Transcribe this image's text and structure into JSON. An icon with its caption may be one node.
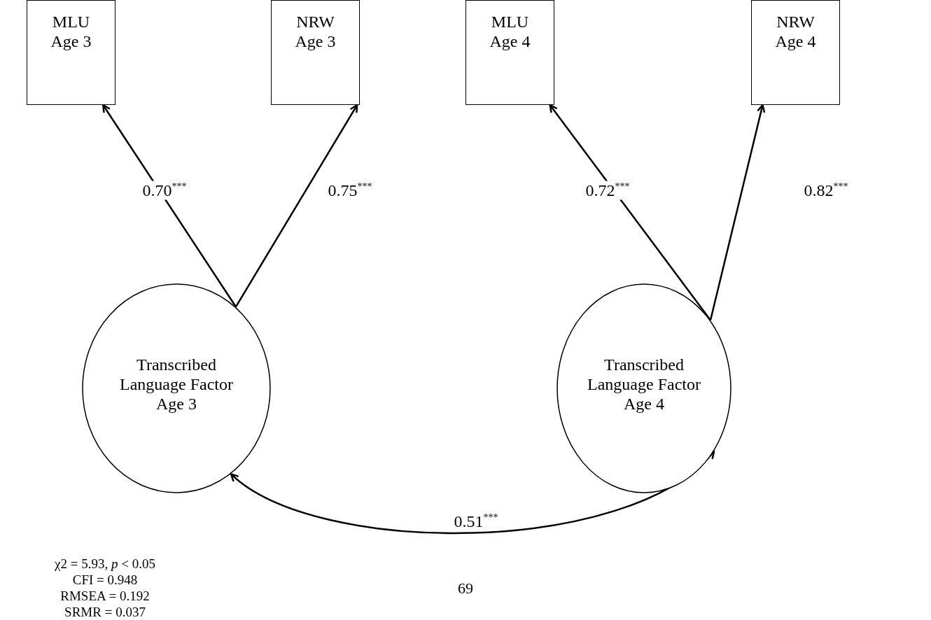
{
  "diagram": {
    "nodes": [
      {
        "text": [
          "MLU Age 3"
        ]
      },
      {
        "text": [
          "NRW Age 3"
        ]
      },
      {
        "text": [
          "MLU Age 4"
        ]
      },
      {
        "text": [
          "NRW Age 4"
        ]
      },
      {
        "text": [
          "Transcribed Language Factor Age 3"
        ]
      },
      {
        "text": [
          "Transcribed Language Factor Age 4"
        ]
      }
    ],
    "edges": [
      {
        "from": 4,
        "to": 0,
        "arrow": "to",
        "label": "0.70$^{***}$"
      },
      {
        "from": 4,
        "to": 1,
        "arrow": "to",
        "label": "0.75$^{***}$"
      },
      {
        "from": 5,
        "to": 2,
        "arrow": "to",
        "label": "0.72$^{***}$"
      },
      {
        "from": 5,
        "to": 3,
        "arrow": "to",
        "label": "0.82$^{***}$"
      },
      {
        "from": 4,
        "to": 5,
        "arrow": "both",
        "label": "0.51$^{***}$"
      }
    ],
    "labels": [
      "χ2 = 5.93, *p* < 0.05",
      "CFI = 0.948",
      "RMSEA = 0.192",
      "SRMR = 0.037",
      "69"
    ]
  }
}
